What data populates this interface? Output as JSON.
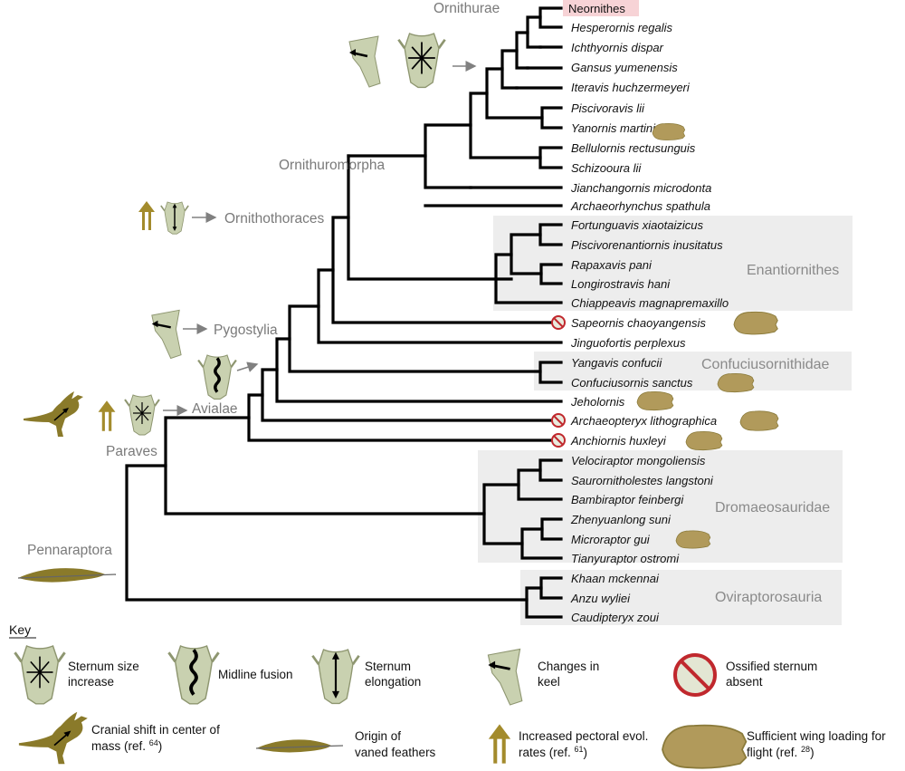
{
  "taxa": [
    "Neornithes",
    "Hesperornis regalis",
    "Ichthyornis dispar",
    "Gansus yumenensis",
    "Iteravis huchzermeyeri",
    "Piscivoravis lii",
    "Yanornis martini",
    "Bellulornis rectusunguis",
    "Schizooura lii",
    "Jianchangornis microdonta",
    "Archaeorhynchus spathula",
    "Fortunguavis xiaotaizicus",
    "Piscivorenantiornis inusitatus",
    "Rapaxavis pani",
    "Longirostravis hani",
    "Chiappeavis magnapremaxillo",
    "Sapeornis chaoyangensis",
    "Jinguofortis perplexus",
    "Yangavis confucii",
    "Confuciusornis sanctus",
    "Jeholornis",
    "Archaeopteryx lithographica",
    "Anchiornis huxleyi",
    "Velociraptor mongoliensis",
    "Saurornitholestes langstoni",
    "Bambiraptor feinbergi",
    "Zhenyuanlong suni",
    "Microraptor gui",
    "Tianyuraptor ostromi",
    "Khaan mckennai",
    "Anzu wyliei",
    "Caudipteryx zoui"
  ],
  "clades": {
    "ornithurae": "Ornithurae",
    "ornithuromorpha": "Ornithuromorpha",
    "ornithothoraces": "Ornithothoraces",
    "pygostylia": "Pygostylia",
    "avialae": "Avialae",
    "paraves": "Paraves",
    "pennaraptora": "Pennaraptora"
  },
  "groups": {
    "enantiornithes": "Enantiornithes",
    "confuciusornithidae": "Confuciusornithidae",
    "dromaeosauridae": "Dromaeosauridae",
    "oviraptorosauria": "Oviraptorosauria"
  },
  "key": {
    "title": "Key",
    "sternum_size_1": "Sternum size",
    "sternum_size_2": "increase",
    "midline_fusion": "Midline fusion",
    "elongation_1": "Sternum",
    "elongation_2": "elongation",
    "keel_1": "Changes in",
    "keel_2": "keel",
    "ossified_1": "Ossified sternum",
    "ossified_2": "absent",
    "cranial_1": "Cranial shift in center of",
    "cranial_2": "mass (ref.",
    "cranial_ref": "64",
    "cranial_end": ")",
    "feathers_1": "Origin of",
    "feathers_2": "vaned feathers",
    "pectoral_1": "Increased pectoral evol.",
    "pectoral_2": "rates (ref.",
    "pectoral_ref": "61",
    "pectoral_end": ")",
    "wing_1": "Sufficient wing loading for",
    "wing_2": "flight (ref.",
    "wing_ref": "28",
    "wing_end": ")"
  },
  "colors": {
    "branch": "#000000",
    "group_box": "#ededed",
    "neornithes_highlight": "#f7d3d6",
    "clade_label": "#7a7a7a",
    "olive": "#8a7a2a",
    "sternum_fill": "#c9d1b0",
    "absent_red": "#c0282d"
  }
}
